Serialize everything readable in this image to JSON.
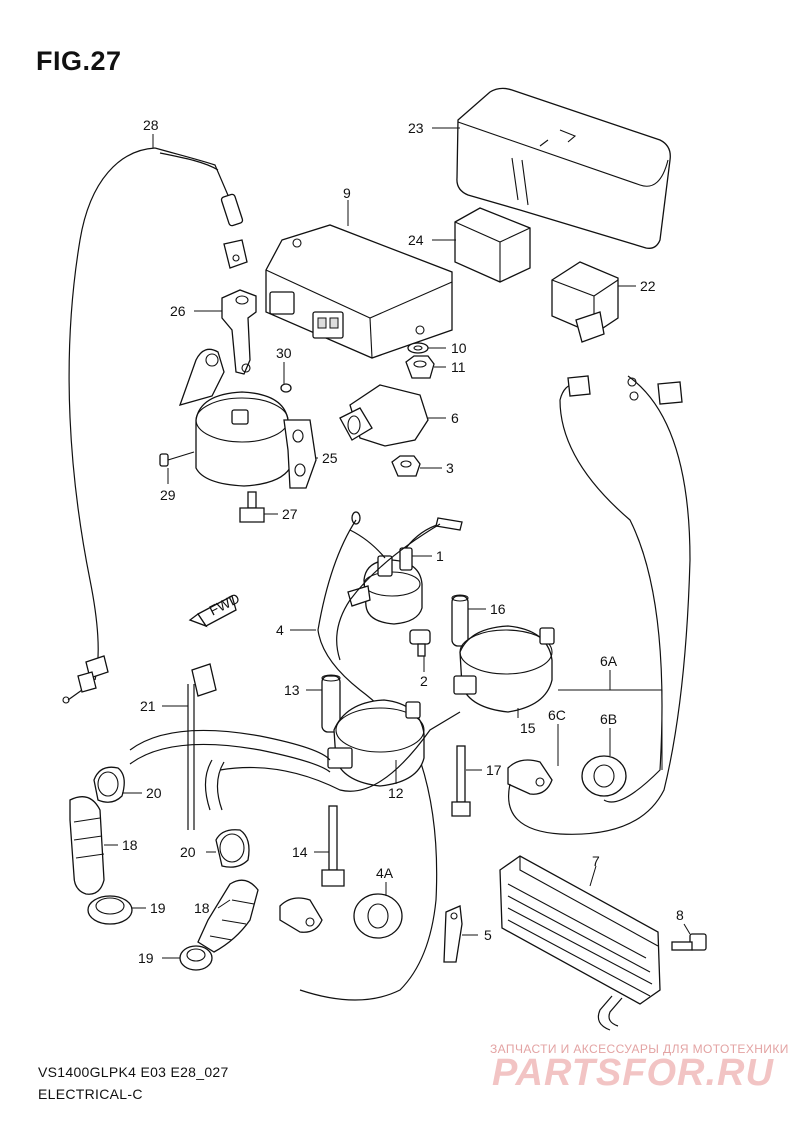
{
  "figure": {
    "title": "FIG.27"
  },
  "footer": {
    "model": "VS1400GLPK4 E03 E28_027",
    "section": "ELECTRICAL-C"
  },
  "watermark": {
    "subtitle": "ЗАПЧАСТИ И АКСЕССУАРЫ ДЛЯ МОТОТЕХНИКИ",
    "brand": "PARTSFOR.RU"
  },
  "direction_marker": {
    "label": "FWD"
  },
  "callouts": {
    "c28": "28",
    "c23": "23",
    "c9": "9",
    "c24": "24",
    "c22": "22",
    "c26": "26",
    "c30": "30",
    "c10": "10",
    "c11": "11",
    "c6": "6",
    "c3": "3",
    "c25": "25",
    "c29": "29",
    "c27": "27",
    "c1": "1",
    "c16": "16",
    "c4": "4",
    "c2": "2",
    "c6A": "6A",
    "c13": "13",
    "c21": "21",
    "c15": "15",
    "c6C": "6C",
    "c6B": "6B",
    "c12": "12",
    "c17": "17",
    "c20a": "20",
    "c18a": "18",
    "c20b": "20",
    "c14": "14",
    "c4A": "4A",
    "c7": "7",
    "c8": "8",
    "c18b": "18",
    "c19a": "19",
    "c5": "5",
    "c19b": "19"
  }
}
